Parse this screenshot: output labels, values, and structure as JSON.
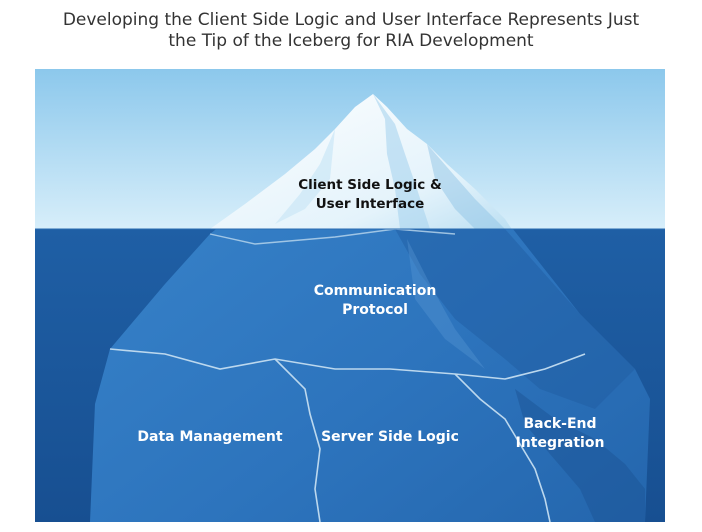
{
  "title": {
    "line1": "Developing the Client Side Logic and User Interface Represents Just",
    "line2": "the Tip of the Iceberg for RIA Development"
  },
  "iceberg": {
    "tip": {
      "line1": "Client Side Logic &",
      "line2": "User Interface"
    },
    "communication": {
      "line1": "Communication",
      "line2": "Protocol"
    },
    "data_management": "Data Management",
    "server_side_logic": "Server Side Logic",
    "back_end": {
      "line1": "Back-End",
      "line2": "Integration"
    }
  },
  "colors": {
    "sky_top": "#8cc8ec",
    "sky_bottom": "#d7eefa",
    "water": "#1f5fa5",
    "water_deep": "#154c8c",
    "ice_above": "#eef8fd",
    "ice_below": "#2f78c0",
    "section_lines": "#bcd8ee"
  }
}
